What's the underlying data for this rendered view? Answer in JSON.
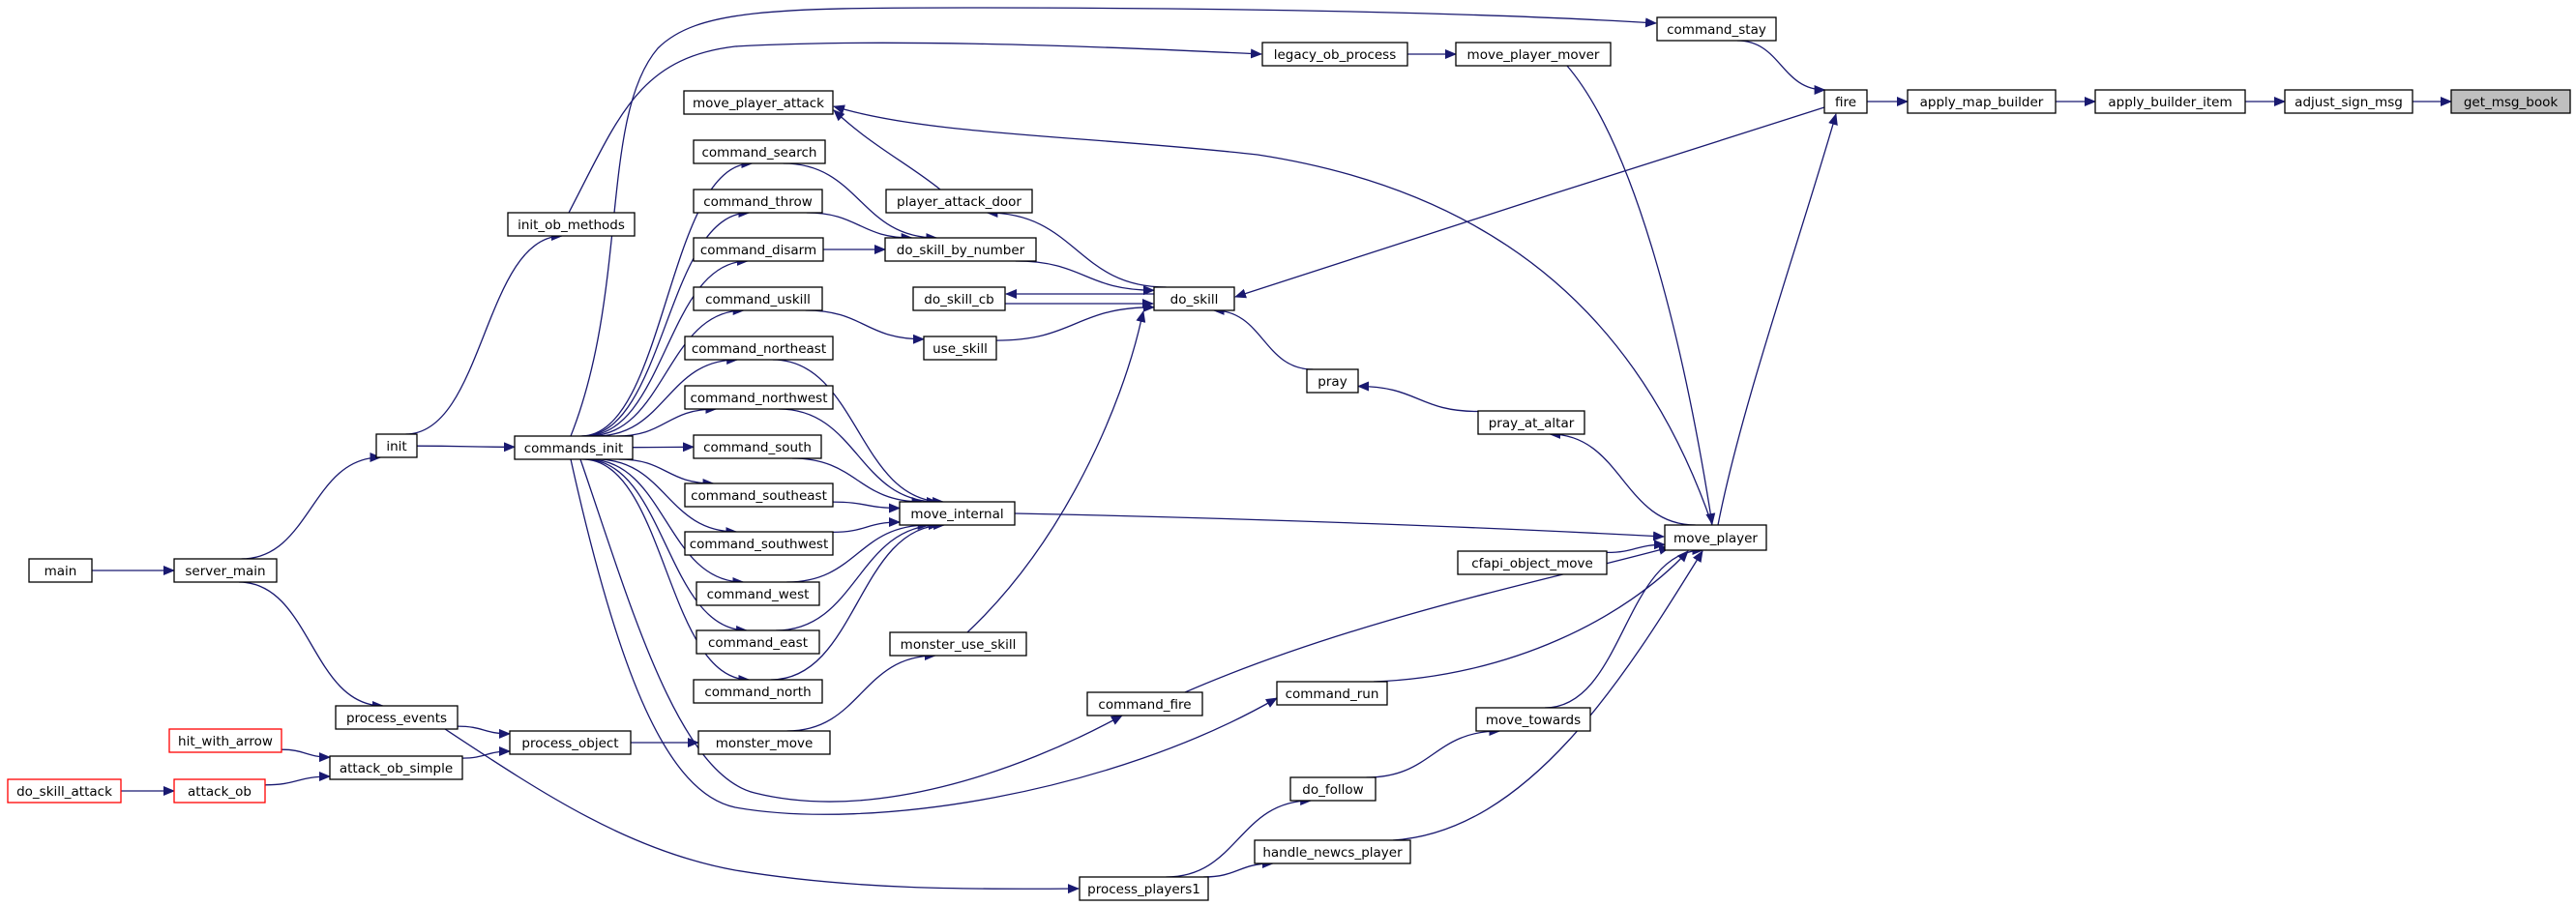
{
  "graph": {
    "colors": {
      "edge": "#191970",
      "node_border": "#000000",
      "node_fill": "#ffffff",
      "external_border": "#ff0000",
      "focus_fill": "#bfbfbf",
      "text": "#000000"
    },
    "nodes": [
      {
        "id": "get_msg_book",
        "label": "get_msg_book",
        "kind": "focus"
      },
      {
        "id": "adjust_sign_msg",
        "label": "adjust_sign_msg",
        "kind": "normal"
      },
      {
        "id": "apply_builder_item",
        "label": "apply_builder_item",
        "kind": "normal"
      },
      {
        "id": "apply_map_builder",
        "label": "apply_map_builder",
        "kind": "normal"
      },
      {
        "id": "fire",
        "label": "fire",
        "kind": "normal"
      },
      {
        "id": "command_stay",
        "label": "command_stay",
        "kind": "normal"
      },
      {
        "id": "move_player",
        "label": "move_player",
        "kind": "normal"
      },
      {
        "id": "legacy_ob_process",
        "label": "legacy_ob_process",
        "kind": "normal"
      },
      {
        "id": "move_player_mover",
        "label": "move_player_mover",
        "kind": "normal"
      },
      {
        "id": "move_player_attack",
        "label": "move_player_attack",
        "kind": "normal"
      },
      {
        "id": "command_search",
        "label": "command_search",
        "kind": "normal"
      },
      {
        "id": "command_throw",
        "label": "command_throw",
        "kind": "normal"
      },
      {
        "id": "command_disarm",
        "label": "command_disarm",
        "kind": "normal"
      },
      {
        "id": "command_uskill",
        "label": "command_uskill",
        "kind": "normal"
      },
      {
        "id": "command_northeast",
        "label": "command_northeast",
        "kind": "normal"
      },
      {
        "id": "command_northwest",
        "label": "command_northwest",
        "kind": "normal"
      },
      {
        "id": "command_south",
        "label": "command_south",
        "kind": "normal"
      },
      {
        "id": "command_southeast",
        "label": "command_southeast",
        "kind": "normal"
      },
      {
        "id": "command_southwest",
        "label": "command_southwest",
        "kind": "normal"
      },
      {
        "id": "command_west",
        "label": "command_west",
        "kind": "normal"
      },
      {
        "id": "command_east",
        "label": "command_east",
        "kind": "normal"
      },
      {
        "id": "command_north",
        "label": "command_north",
        "kind": "normal"
      },
      {
        "id": "player_attack_door",
        "label": "player_attack_door",
        "kind": "normal"
      },
      {
        "id": "do_skill_by_number",
        "label": "do_skill_by_number",
        "kind": "normal"
      },
      {
        "id": "do_skill_cb",
        "label": "do_skill_cb",
        "kind": "normal"
      },
      {
        "id": "do_skill",
        "label": "do_skill",
        "kind": "normal"
      },
      {
        "id": "use_skill",
        "label": "use_skill",
        "kind": "normal"
      },
      {
        "id": "pray",
        "label": "pray",
        "kind": "normal"
      },
      {
        "id": "pray_at_altar",
        "label": "pray_at_altar",
        "kind": "normal"
      },
      {
        "id": "move_internal",
        "label": "move_internal",
        "kind": "normal"
      },
      {
        "id": "cfapi_object_move",
        "label": "cfapi_object_move",
        "kind": "normal"
      },
      {
        "id": "monster_use_skill",
        "label": "monster_use_skill",
        "kind": "normal"
      },
      {
        "id": "command_fire",
        "label": "command_fire",
        "kind": "normal"
      },
      {
        "id": "command_run",
        "label": "command_run",
        "kind": "normal"
      },
      {
        "id": "move_towards",
        "label": "move_towards",
        "kind": "normal"
      },
      {
        "id": "do_follow",
        "label": "do_follow",
        "kind": "normal"
      },
      {
        "id": "handle_newcs_player",
        "label": "handle_newcs_player",
        "kind": "normal"
      },
      {
        "id": "process_players1",
        "label": "process_players1",
        "kind": "normal"
      },
      {
        "id": "init_ob_methods",
        "label": "init_ob_methods",
        "kind": "normal"
      },
      {
        "id": "init",
        "label": "init",
        "kind": "normal"
      },
      {
        "id": "commands_init",
        "label": "commands_init",
        "kind": "normal"
      },
      {
        "id": "main",
        "label": "main",
        "kind": "normal"
      },
      {
        "id": "server_main",
        "label": "server_main",
        "kind": "normal"
      },
      {
        "id": "process_events",
        "label": "process_events",
        "kind": "normal"
      },
      {
        "id": "process_object",
        "label": "process_object",
        "kind": "normal"
      },
      {
        "id": "monster_move",
        "label": "monster_move",
        "kind": "normal"
      },
      {
        "id": "hit_with_arrow",
        "label": "hit_with_arrow",
        "kind": "external"
      },
      {
        "id": "attack_ob_simple",
        "label": "attack_ob_simple",
        "kind": "normal"
      },
      {
        "id": "do_skill_attack",
        "label": "do_skill_attack",
        "kind": "external"
      },
      {
        "id": "attack_ob",
        "label": "attack_ob",
        "kind": "external"
      }
    ],
    "edges": [
      {
        "from": "adjust_sign_msg",
        "to": "get_msg_book"
      },
      {
        "from": "apply_builder_item",
        "to": "adjust_sign_msg"
      },
      {
        "from": "apply_map_builder",
        "to": "apply_builder_item"
      },
      {
        "from": "fire",
        "to": "apply_map_builder"
      },
      {
        "from": "command_stay",
        "to": "fire"
      },
      {
        "from": "move_player",
        "to": "fire"
      },
      {
        "from": "fire",
        "to": "do_skill"
      },
      {
        "from": "commands_init",
        "to": "command_stay"
      },
      {
        "from": "init_ob_methods",
        "to": "legacy_ob_process"
      },
      {
        "from": "legacy_ob_process",
        "to": "move_player_mover"
      },
      {
        "from": "move_player_mover",
        "to": "move_player"
      },
      {
        "from": "move_player",
        "to": "move_player_attack"
      },
      {
        "from": "player_attack_door",
        "to": "move_player_attack"
      },
      {
        "from": "do_skill",
        "to": "player_attack_door"
      },
      {
        "from": "command_search",
        "to": "do_skill_by_number"
      },
      {
        "from": "command_throw",
        "to": "do_skill_by_number"
      },
      {
        "from": "command_disarm",
        "to": "do_skill_by_number"
      },
      {
        "from": "do_skill_by_number",
        "to": "do_skill"
      },
      {
        "from": "do_skill",
        "to": "do_skill_cb"
      },
      {
        "from": "do_skill_cb",
        "to": "do_skill"
      },
      {
        "from": "command_uskill",
        "to": "use_skill"
      },
      {
        "from": "use_skill",
        "to": "do_skill"
      },
      {
        "from": "monster_use_skill",
        "to": "do_skill"
      },
      {
        "from": "pray",
        "to": "do_skill"
      },
      {
        "from": "pray_at_altar",
        "to": "pray"
      },
      {
        "from": "move_player",
        "to": "pray_at_altar"
      },
      {
        "from": "commands_init",
        "to": "command_search"
      },
      {
        "from": "commands_init",
        "to": "command_throw"
      },
      {
        "from": "commands_init",
        "to": "command_disarm"
      },
      {
        "from": "commands_init",
        "to": "command_uskill"
      },
      {
        "from": "commands_init",
        "to": "command_northeast"
      },
      {
        "from": "commands_init",
        "to": "command_northwest"
      },
      {
        "from": "commands_init",
        "to": "command_south"
      },
      {
        "from": "commands_init",
        "to": "command_southeast"
      },
      {
        "from": "commands_init",
        "to": "command_southwest"
      },
      {
        "from": "commands_init",
        "to": "command_west"
      },
      {
        "from": "commands_init",
        "to": "command_east"
      },
      {
        "from": "commands_init",
        "to": "command_north"
      },
      {
        "from": "command_northeast",
        "to": "move_internal"
      },
      {
        "from": "command_northwest",
        "to": "move_internal"
      },
      {
        "from": "command_south",
        "to": "move_internal"
      },
      {
        "from": "command_southeast",
        "to": "move_internal"
      },
      {
        "from": "command_southwest",
        "to": "move_internal"
      },
      {
        "from": "command_west",
        "to": "move_internal"
      },
      {
        "from": "command_east",
        "to": "move_internal"
      },
      {
        "from": "command_north",
        "to": "move_internal"
      },
      {
        "from": "move_internal",
        "to": "move_player"
      },
      {
        "from": "cfapi_object_move",
        "to": "move_player"
      },
      {
        "from": "command_fire",
        "to": "move_player"
      },
      {
        "from": "command_run",
        "to": "move_player"
      },
      {
        "from": "move_towards",
        "to": "move_player"
      },
      {
        "from": "handle_newcs_player",
        "to": "move_player"
      },
      {
        "from": "commands_init",
        "to": "command_fire"
      },
      {
        "from": "commands_init",
        "to": "command_run"
      },
      {
        "from": "do_follow",
        "to": "move_towards"
      },
      {
        "from": "process_players1",
        "to": "do_follow"
      },
      {
        "from": "process_players1",
        "to": "handle_newcs_player"
      },
      {
        "from": "process_events",
        "to": "process_players1"
      },
      {
        "from": "init",
        "to": "init_ob_methods"
      },
      {
        "from": "init",
        "to": "commands_init"
      },
      {
        "from": "server_main",
        "to": "init"
      },
      {
        "from": "main",
        "to": "server_main"
      },
      {
        "from": "server_main",
        "to": "process_events"
      },
      {
        "from": "process_events",
        "to": "process_object"
      },
      {
        "from": "attack_ob_simple",
        "to": "process_object"
      },
      {
        "from": "process_object",
        "to": "monster_move"
      },
      {
        "from": "monster_move",
        "to": "monster_use_skill"
      },
      {
        "from": "hit_with_arrow",
        "to": "attack_ob_simple"
      },
      {
        "from": "attack_ob",
        "to": "attack_ob_simple"
      },
      {
        "from": "do_skill_attack",
        "to": "attack_ob"
      }
    ]
  }
}
